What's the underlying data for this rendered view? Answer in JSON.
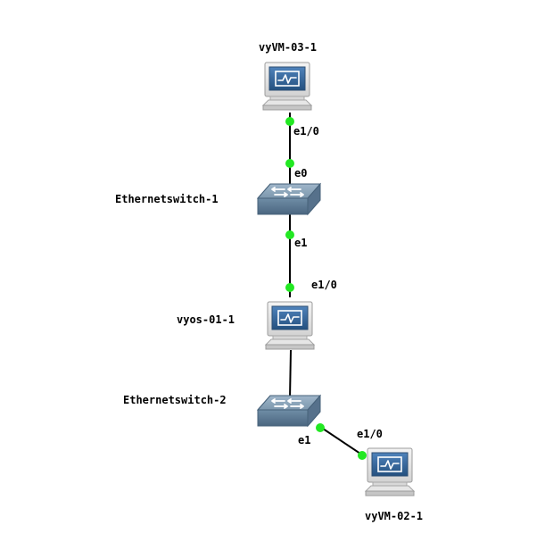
{
  "topology": {
    "colors": {
      "background": "#ffffff",
      "link": "#000000",
      "port_status_up": "#22e822",
      "device_body": "#6f8da6",
      "device_dark": "#4b6680",
      "screen": "#2f5f93"
    },
    "nodes": {
      "vyvm_03_1": {
        "label": "vyVM-03-1",
        "icon": "vm-computer-icon"
      },
      "ethernetswitch_1": {
        "label": "Ethernetswitch-1",
        "icon": "ethernet-switch-icon"
      },
      "vyos_01_1": {
        "label": "vyos-01-1",
        "icon": "vm-computer-icon"
      },
      "ethernetswitch_2": {
        "label": "Ethernetswitch-2",
        "icon": "ethernet-switch-icon"
      },
      "vyvm_02_1": {
        "label": "vyVM-02-1",
        "icon": "vm-computer-icon"
      }
    },
    "links": {
      "link_1": {
        "a_port": "e1/0",
        "b_port": "e0"
      },
      "link_2": {
        "a_port": "e1",
        "b_port": "e1/0"
      },
      "link_3": {
        "a_port": "",
        "b_port": ""
      },
      "link_4": {
        "a_port": "e1",
        "b_port": "e1/0"
      }
    }
  }
}
